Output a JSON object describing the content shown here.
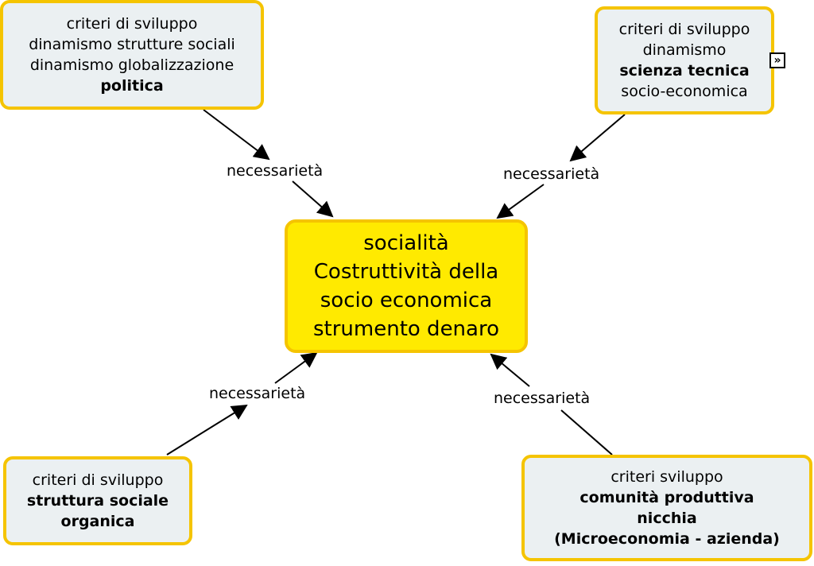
{
  "center": {
    "lines": [
      "socialità",
      "Costruttività della",
      "socio economica",
      "strumento denaro"
    ]
  },
  "nodes": {
    "top_left": {
      "lines": [
        "criteri di sviluppo",
        "dinamismo strutture sociali",
        "dinamismo globalizzazione"
      ],
      "bold_lines": [
        "politica"
      ]
    },
    "top_right": {
      "lines": [
        "criteri di sviluppo",
        "dinamismo"
      ],
      "bold_lines": [
        "scienza tecnica"
      ],
      "after_lines": [
        "socio-economica"
      ]
    },
    "bottom_left": {
      "lines": [
        "criteri di sviluppo"
      ],
      "bold_lines": [
        "struttura sociale",
        "organica"
      ]
    },
    "bottom_right": {
      "lines": [
        "criteri sviluppo"
      ],
      "bold_lines": [
        "comunità produttiva",
        "nicchia",
        "(Microeconomia - azienda)"
      ]
    }
  },
  "links": {
    "top_left": "necessarietà",
    "top_right": "necessarietà",
    "bottom_left": "necessarietà",
    "bottom_right": "necessarietà"
  },
  "icons": {
    "expand": "double-chevron-right-icon"
  },
  "colors": {
    "border": "#F5C400",
    "center_fill": "#FFEA00",
    "node_fill": "#EBF0F2"
  }
}
